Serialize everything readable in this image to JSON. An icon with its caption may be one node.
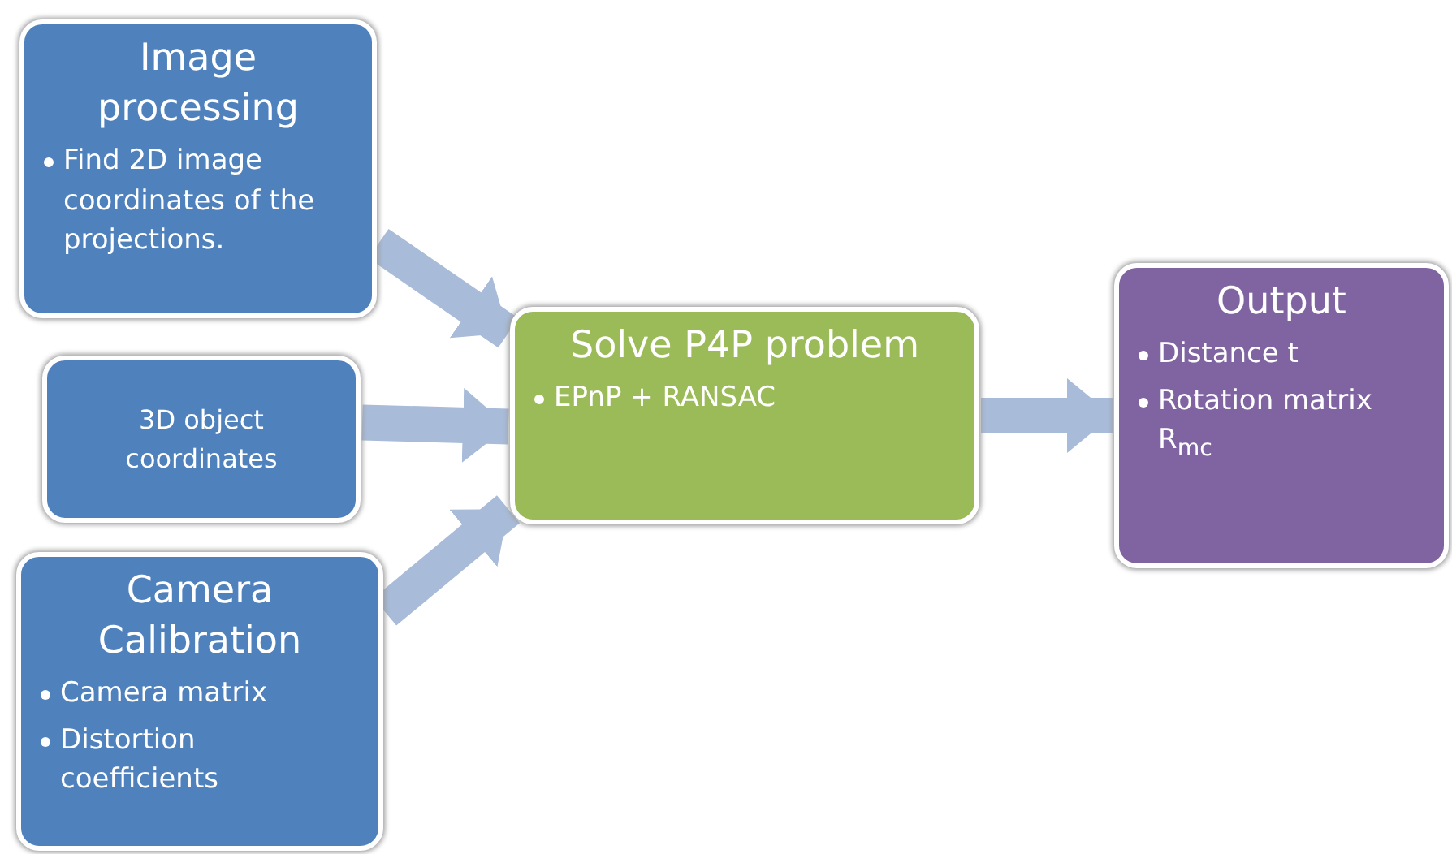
{
  "diagram": {
    "nodes": [
      {
        "text": [
          "Image processing",
          "Find 2D image coordinates of the projections."
        ]
      },
      {
        "text": [
          "3D object coordinates"
        ]
      },
      {
        "text": [
          "Camera Calibration",
          "Camera matrix",
          "Distortion coefficients"
        ]
      },
      {
        "text": [
          "Solve P4P problem",
          "EPnP + RANSAC"
        ]
      },
      {
        "text": [
          "Output",
          "Distance t",
          "Rotation matrix R$_{mc}$"
        ]
      }
    ],
    "edges": [
      {
        "from": 0,
        "to": 3,
        "arrow": "to"
      },
      {
        "from": 1,
        "to": 3,
        "arrow": "to"
      },
      {
        "from": 2,
        "to": 3,
        "arrow": "to"
      },
      {
        "from": 3,
        "to": 4,
        "arrow": "to"
      }
    ]
  }
}
